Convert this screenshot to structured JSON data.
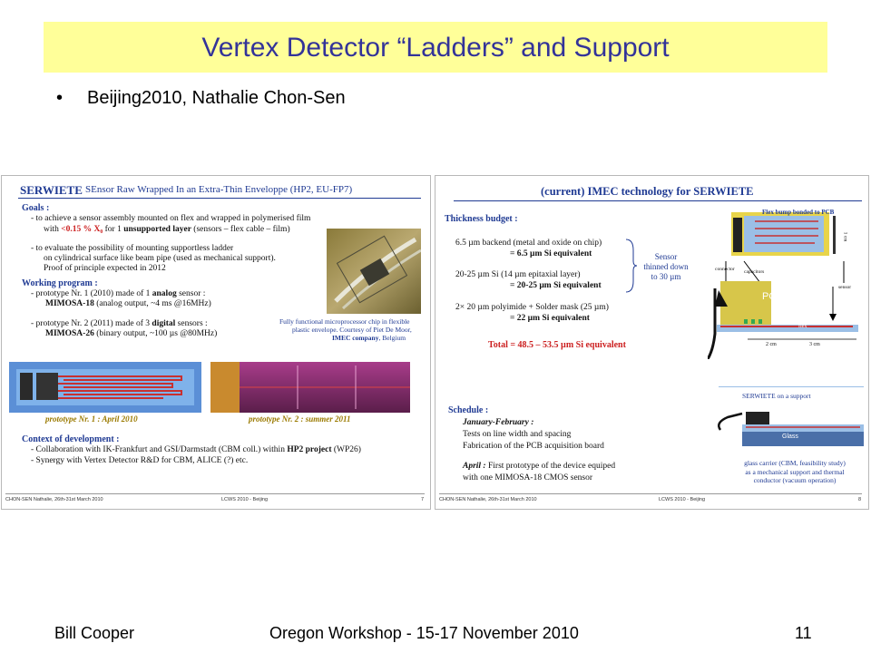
{
  "header": {
    "title": "Vertex Detector “Ladders” and Support"
  },
  "bullet": {
    "symbol": "•",
    "text": "Beijing2010, Nathalie Chon-Sen"
  },
  "slide_left": {
    "title": "SERWIETE",
    "subtitle": "SEnsor Raw Wrapped In an Extra-Thin Enveloppe (HP2, EU-FP7)",
    "goals_heading": "Goals :",
    "goals_line1": "- to achieve a sensor assembly mounted on flex and wrapped in polymerised film",
    "goals_line2a": "with",
    "goals_line2b": "<0.15 % X₀",
    "goals_line2c": "for 1",
    "goals_line2d": "unsupported layer",
    "goals_line2e": "(sensors – flex cable – film)",
    "goals_line3": "- to evaluate the possibility of mounting supportless ladder",
    "goals_line4": "on cylindrical surface like beam pipe (used as mechanical support).",
    "goals_line5": "Proof of principle expected in 2012",
    "program_heading": "Working program :",
    "prog1a": "- prototype Nr. 1 (2010) made of 1",
    "prog1b": "analog",
    "prog1c": "sensor :",
    "prog2a": "MIMOSA-18",
    "prog2b": "(analog output, ~4 ms @16MHz)",
    "prog3a": "- prototype Nr. 2 (2011) made of 3",
    "prog3b": "digital",
    "prog3c": "sensors :",
    "prog4a": "MIMOSA-26",
    "prog4b": "(binary output, ~100 µs @80MHz)",
    "photo_caption1": "Fully functional microprocessor chip in flexible",
    "photo_caption2": "plastic envelope. Courtesy of Piet De Moor,",
    "photo_caption3": "IMEC company",
    "photo_caption4": ", Belgium",
    "proto1_caption": "prototype Nr. 1 : April 2010",
    "proto2_caption": "prototype Nr. 2 : summer 2011",
    "context_heading": "Context of development :",
    "ctx1a": "- Collaboration with IK-Frankfurt and GSI/Darmstadt (CBM coll.) within",
    "ctx1b": "HP2 project",
    "ctx1c": "(WP26)",
    "ctx2": "- Synergy with Vertex Detector R&D for CBM, ALICE (?) etc.",
    "footer_left": "CHON-SEN Nathalie, 26th-31st March 2010",
    "footer_mid": "LCWS 2010 - Beijing",
    "page_no": "7"
  },
  "slide_right": {
    "title": "(current) IMEC technology for SERWIETE",
    "budget_heading": "Thickness budget :",
    "b1a": "6.5 µm backend (metal and oxide on chip)",
    "b1b": "= 6.5 µm Si equivalent",
    "b2a": "20-25 µm Si (14 µm epitaxial layer)",
    "b2b": "= 20-25 µm Si equivalent",
    "b3a": "2× 20 µm polyimide + Solder mask (25 µm)",
    "b3b": "= 22 µm Si equivalent",
    "brace1": "Sensor",
    "brace2": "thinned down",
    "brace3": "to 30 µm",
    "total": "Total = 48.5 – 53.5 µm Si equivalent",
    "diag_title": "Flex bump bonded to PCB",
    "diag_connector": "connector",
    "diag_capacitors": "capacitors",
    "diag_sensor": "sensor",
    "diag_pcb": "PCB",
    "diag_flex": "flex",
    "diag_2cm": "2 cm",
    "diag_3cm": "3 cm",
    "diag_1cm": "1 cm",
    "schedule_heading": "Schedule :",
    "s1": "January-February :",
    "s2": "Tests on line width and spacing",
    "s3": "Fabrication of the PCB acquisition board",
    "s4a": "April :",
    "s4b": "First prototype of the device equiped",
    "s5": "with one MIMOSA-18 CMOS sensor",
    "support_title": "SERWIETE on a support",
    "glass": "Glass",
    "carrier1": "glass carrier (CBM, feasibility study)",
    "carrier2": "as a mechanical support and thermal",
    "carrier3": "conductor (vacuum operation)",
    "footer_left": "CHON-SEN Nathalie, 26th-31st March 2010",
    "footer_mid": "LCWS 2010 - Beijing",
    "page_no": "8"
  },
  "footer": {
    "author": "Bill Cooper",
    "event": "Oregon Workshop - 15-17 November 2010",
    "page": "11"
  },
  "colors": {
    "title_band": "#ffff99",
    "title_text": "#333399",
    "slide_heading": "#1f3a93",
    "highlight_red": "#cc2020"
  }
}
